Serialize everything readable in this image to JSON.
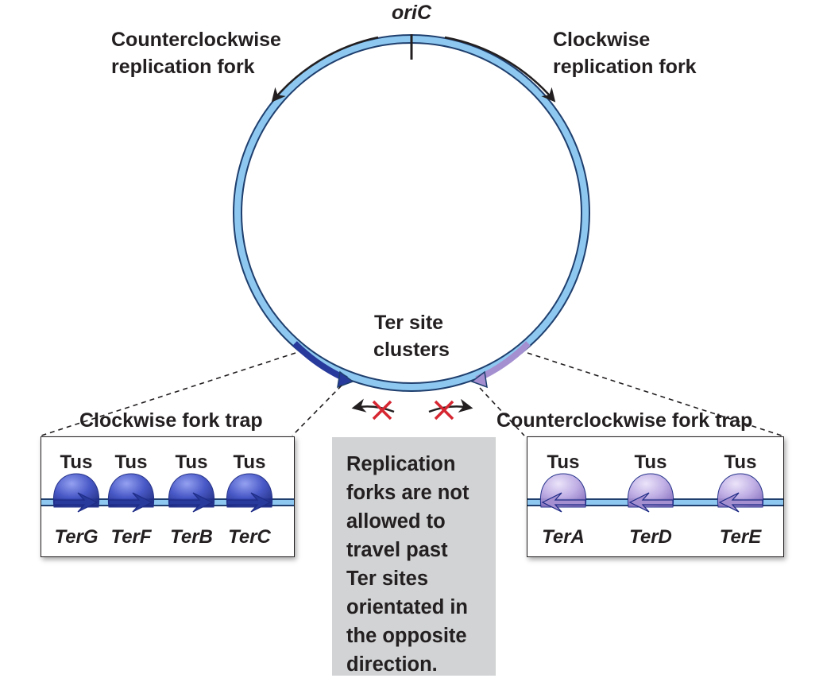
{
  "origin_label": "oriC",
  "forks": {
    "counterclockwise": "Counterclockwise\nreplication fork",
    "clockwise": "Clockwise\nreplication fork"
  },
  "ter_cluster_label": "Ter site\nclusters",
  "traps": {
    "clockwise": {
      "title": "Clockwise fork trap",
      "protein_label": "Tus",
      "sites": [
        "TerG",
        "TerF",
        "TerB",
        "TerC"
      ]
    },
    "counterclockwise": {
      "title": "Counterclockwise fork trap",
      "protein_label": "Tus",
      "sites": [
        "TerA",
        "TerD",
        "TerE"
      ]
    }
  },
  "note": "Replication\nforks are not\nallowed to\ntravel past\nTer sites\norientated in\nthe opposite\ndirection.",
  "colors": {
    "dna": "#8ec8f0",
    "dna_edge": "#1f3f6e",
    "clockwise_ter": "#283a9b",
    "counterclockwise_ter": "#a48fd0",
    "blocked_x": "#d62631",
    "note_bg": "#d1d3d4"
  }
}
